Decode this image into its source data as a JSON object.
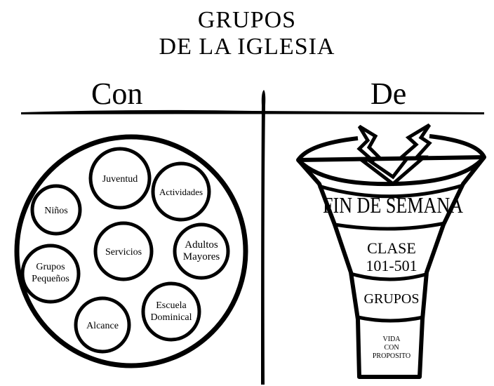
{
  "title": {
    "line1": "GRUPOS",
    "line2": "DE LA IGLESIA"
  },
  "columns": {
    "left": "Con",
    "right": "De"
  },
  "left_groups": [
    {
      "key": "ninos",
      "label": "Niños"
    },
    {
      "key": "juventud",
      "label": "Juventud"
    },
    {
      "key": "actividades",
      "label": "Actividades"
    },
    {
      "key": "servicios",
      "label": "Servicios"
    },
    {
      "key": "adultos",
      "label": "Adultos Mayores"
    },
    {
      "key": "grupos-pequenos",
      "label": "Grupos Pequeños"
    },
    {
      "key": "alcance",
      "label": "Alcance"
    },
    {
      "key": "escuela",
      "label": "Escuela Dominical"
    }
  ],
  "funnel": {
    "tier1": "FIN DE SEMANA",
    "tier2_line1": "CLASE",
    "tier2_line2": "101-501",
    "tier3": "GRUPOS",
    "tier4_line1": "VIDA",
    "tier4_line2": "CON",
    "tier4_line3": "PROPOSITO"
  }
}
